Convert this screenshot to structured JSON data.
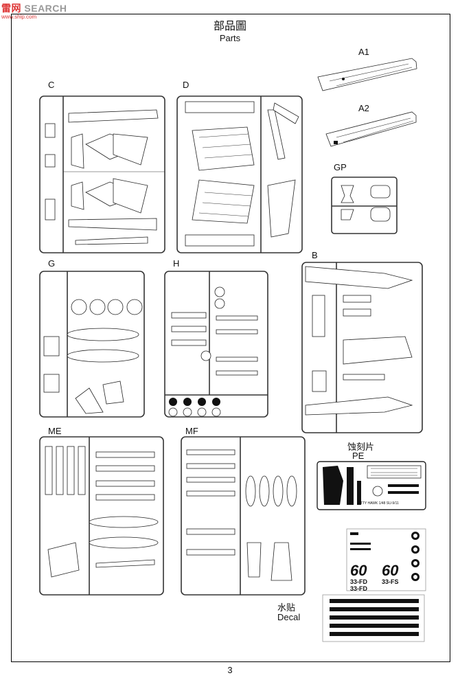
{
  "watermark": {
    "brand": "SEARCH",
    "cn": "雷",
    "cn2": "网",
    "site": "www.ship.com"
  },
  "header": {
    "title_cn": "部品圖",
    "title_en": "Parts"
  },
  "sprues": {
    "A1": "A1",
    "A2": "A2",
    "C": "C",
    "D": "D",
    "GP": "GP",
    "G": "G",
    "H": "H",
    "B": "B",
    "ME": "ME",
    "MF": "MF"
  },
  "pe": {
    "label_cn": "蚀刻片",
    "label_en": "PE",
    "fret_text": "KITTY HAWK 1/48 SU-9/11"
  },
  "decal": {
    "label_cn": "水贴",
    "label_en": "Decal",
    "marks": [
      "60",
      "60",
      "33-FD",
      "33-FS",
      "33-FD"
    ]
  },
  "footer": {
    "page_number": "3"
  }
}
